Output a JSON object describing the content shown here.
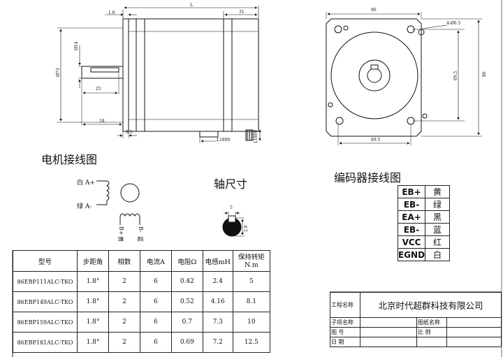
{
  "dims": {
    "flange_thickness": "1.6",
    "length": "L",
    "rear": "31",
    "shaft_dia": "Ø14",
    "pilot_dia": "Ø73",
    "key_len": "25",
    "shaft_len": "34",
    "flange_step": "8.5",
    "cable_len": "L1800",
    "cable_len_v": "L1800",
    "width_top": "86",
    "hole": "4-Ø6.5",
    "height_right": "86",
    "hole_spacing_v": "69.5",
    "hole_spacing_h": "69.5",
    "key_w": "5",
    "key_h": "2.9"
  },
  "wiring": {
    "title": "电机接线图",
    "a_plus": "白 A+",
    "a_minus": "绿 A-",
    "b_plus": "B+",
    "b_minus": "B-",
    "b_plus_color": "黄",
    "b_minus_color": "蓝"
  },
  "shaft": {
    "title": "轴尺寸"
  },
  "encoder": {
    "title": "编码器接线图",
    "rows": [
      {
        "signal": "EB+",
        "color": "黄"
      },
      {
        "signal": "EB-",
        "color": "绿"
      },
      {
        "signal": "EA+",
        "color": "黑"
      },
      {
        "signal": "EB-",
        "color": "蓝"
      },
      {
        "signal": "VCC",
        "color": "红"
      },
      {
        "signal": "EGND",
        "color": "白"
      }
    ]
  },
  "spec_table": {
    "headers": [
      "型号",
      "步距角",
      "相数",
      "电流A",
      "电阻Ω",
      "电感mH",
      "保持转矩",
      "N.m"
    ],
    "rows": [
      [
        "86EBP111ALC-TKO",
        "1.8°",
        "2",
        "6",
        "0.42",
        "2.4",
        "5"
      ],
      [
        "86EBP149ALC-TKO",
        "1.8°",
        "2",
        "6",
        "0.52",
        "4.16",
        "8.1"
      ],
      [
        "86EBP159ALC-TKO",
        "1.8°",
        "2",
        "6",
        "0.7",
        "7.3",
        "10"
      ],
      [
        "86EBP181ALC-TKO",
        "1.8°",
        "2",
        "6",
        "0.69",
        "7.2",
        "12.5"
      ]
    ]
  },
  "title_block": {
    "project_label": "工程名称",
    "company": "北京时代超群科技有限公司",
    "subproject_label": "子项名称",
    "drawing_name_label": "图纸名称",
    "drawing_no_label": "图    号",
    "scale_label": "比    例",
    "date_label": "日    期"
  }
}
